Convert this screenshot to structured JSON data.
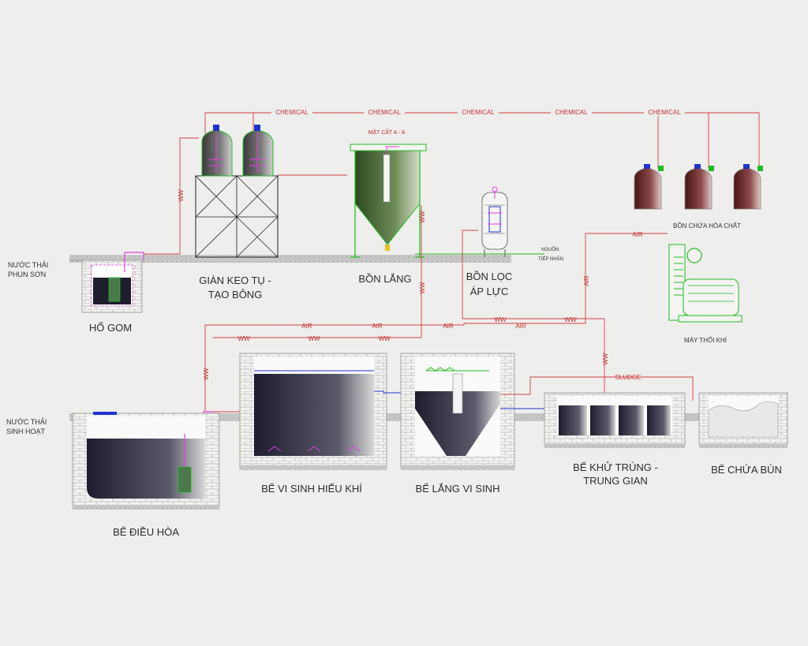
{
  "labels": {
    "nuoc_thai_phun_son": [
      "NƯỚC THẢI",
      "PHUN SƠN"
    ],
    "nuoc_thai_sinh_hoat": [
      "NƯỚC THẢI",
      "SINH HOẠT"
    ],
    "ho_gom": "HỐ GOM",
    "gian_keo_tu": [
      "GIÀN KEO TỤ -",
      "TẠO BÔNG"
    ],
    "bon_lang": "BỒN LẮNG",
    "mat_cat": "MẶT CẮT A - A",
    "bon_loc": [
      "BỒN LỌC",
      "ÁP LỰC"
    ],
    "nguon_tiep_nhan": [
      "NGUỒN",
      "TIẾP NHẬN"
    ],
    "bon_chua_hoa_chat": "BỒN CHỨA HÓA CHẤT",
    "may_thoi_khi": "MÁY THỔI KHÍ",
    "be_dieu_hoa": "BỂ ĐIỀU HÒA",
    "be_vi_sinh_hieu_khi": "BỂ VI SINH HIẾU KHÍ",
    "be_lang_vi_sinh": "BỂ LẮNG VI SINH",
    "be_khu_trung": [
      "BỂ KHỬ TRÙNG -",
      "TRUNG GIAN"
    ],
    "be_chua_bun": "BỂ CHỨA BÙN"
  },
  "pipe_labels": {
    "chemical": "CHEMICAL",
    "air": "AIR",
    "ww": "WW",
    "sludge": "SLUDGE"
  },
  "colors": {
    "chemical_line": "#d04040",
    "air_line": "#d04040",
    "outline": "#22bb22",
    "tank_dark": "#2a2a3e",
    "tank_green": "#4e6e3a",
    "tank_brown": "#6a2a2a",
    "ground": "#c6c6c6"
  }
}
